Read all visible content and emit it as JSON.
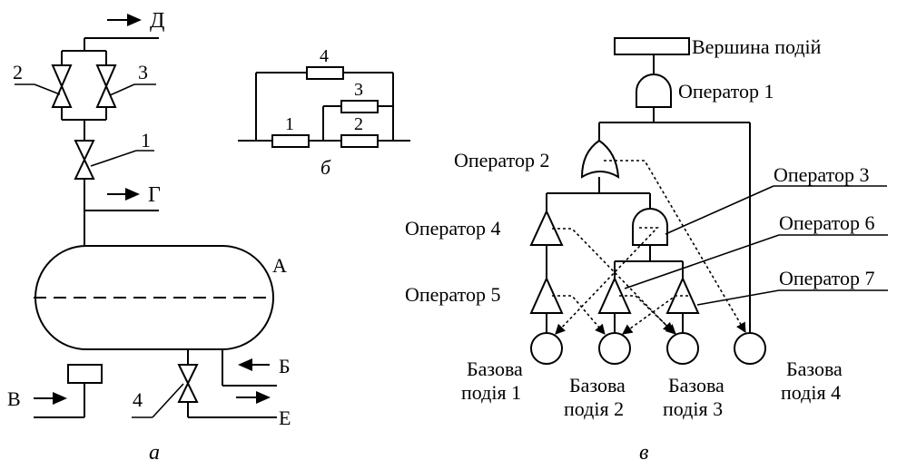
{
  "panel_a": {
    "caption": "а",
    "labels": {
      "d": "Д",
      "g": "Г",
      "a": "А",
      "b": "Б",
      "v": "В",
      "e": "Е",
      "valve1": "1",
      "valve2": "2",
      "valve3": "3",
      "valve4": "4"
    }
  },
  "panel_b": {
    "caption": "б",
    "labels": {
      "r1": "1",
      "r2": "2",
      "r3": "3",
      "r4": "4"
    }
  },
  "panel_c": {
    "caption": "в",
    "top_event": "Вершина подій",
    "operators": [
      "Оператор 1",
      "Оператор 2",
      "Оператор 3",
      "Оператор 4",
      "Оператор 5",
      "Оператор 6",
      "Оператор 7"
    ],
    "basic_events": [
      {
        "line1": "Базова",
        "line2": "подія 1"
      },
      {
        "line1": "Базова",
        "line2": "подія 2"
      },
      {
        "line1": "Базова",
        "line2": "подія 3"
      },
      {
        "line1": "Базова",
        "line2": "подія 4"
      }
    ]
  }
}
